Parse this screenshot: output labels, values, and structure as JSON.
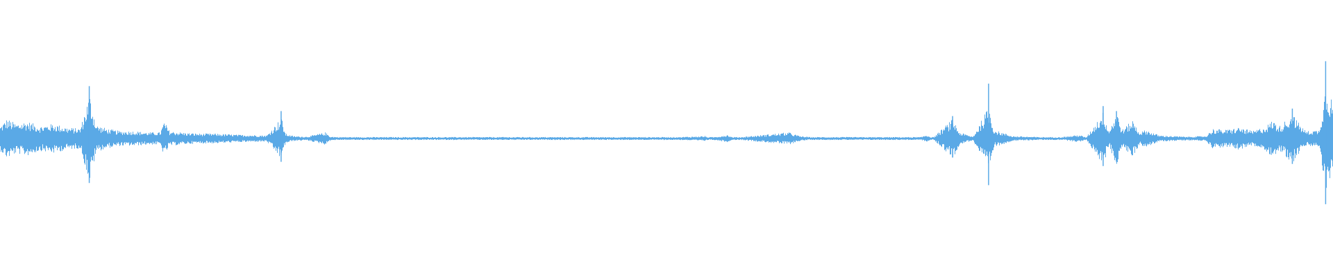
{
  "waveform": {
    "color": "#5aa9e6",
    "background": "#ffffff",
    "baseline_amplitude": 0.012,
    "envelope": [
      [
        0.0,
        0.1
      ],
      [
        0.005,
        0.16
      ],
      [
        0.012,
        0.12
      ],
      [
        0.02,
        0.14
      ],
      [
        0.03,
        0.1
      ],
      [
        0.04,
        0.12
      ],
      [
        0.05,
        0.09
      ],
      [
        0.06,
        0.08
      ],
      [
        0.067,
        0.36
      ],
      [
        0.072,
        0.11
      ],
      [
        0.08,
        0.08
      ],
      [
        0.09,
        0.06
      ],
      [
        0.1,
        0.06
      ],
      [
        0.11,
        0.05
      ],
      [
        0.12,
        0.05
      ],
      [
        0.123,
        0.14
      ],
      [
        0.127,
        0.06
      ],
      [
        0.14,
        0.045
      ],
      [
        0.15,
        0.04
      ],
      [
        0.16,
        0.04
      ],
      [
        0.17,
        0.035
      ],
      [
        0.18,
        0.03
      ],
      [
        0.19,
        0.028
      ],
      [
        0.2,
        0.025
      ],
      [
        0.211,
        0.17
      ],
      [
        0.214,
        0.04
      ],
      [
        0.22,
        0.02
      ],
      [
        0.23,
        0.015
      ],
      [
        0.244,
        0.05
      ],
      [
        0.248,
        0.015
      ],
      [
        0.26,
        0.01
      ],
      [
        0.3,
        0.008
      ],
      [
        0.4,
        0.008
      ],
      [
        0.5,
        0.008
      ],
      [
        0.529,
        0.02
      ],
      [
        0.532,
        0.006
      ],
      [
        0.546,
        0.03
      ],
      [
        0.55,
        0.006
      ],
      [
        0.592,
        0.05
      ],
      [
        0.6,
        0.02
      ],
      [
        0.61,
        0.01
      ],
      [
        0.65,
        0.006
      ],
      [
        0.69,
        0.006
      ],
      [
        0.695,
        0.03
      ],
      [
        0.7,
        0.006
      ],
      [
        0.715,
        0.16
      ],
      [
        0.72,
        0.05
      ],
      [
        0.73,
        0.015
      ],
      [
        0.742,
        0.26
      ],
      [
        0.746,
        0.07
      ],
      [
        0.76,
        0.02
      ],
      [
        0.78,
        0.012
      ],
      [
        0.79,
        0.01
      ],
      [
        0.795,
        0.01
      ],
      [
        0.81,
        0.03
      ],
      [
        0.815,
        0.008
      ],
      [
        0.828,
        0.22
      ],
      [
        0.832,
        0.06
      ],
      [
        0.838,
        0.22
      ],
      [
        0.842,
        0.07
      ],
      [
        0.85,
        0.15
      ],
      [
        0.855,
        0.05
      ],
      [
        0.86,
        0.07
      ],
      [
        0.87,
        0.025
      ],
      [
        0.88,
        0.02
      ],
      [
        0.89,
        0.015
      ],
      [
        0.905,
        0.02
      ],
      [
        0.91,
        0.08
      ],
      [
        0.92,
        0.07
      ],
      [
        0.93,
        0.09
      ],
      [
        0.94,
        0.06
      ],
      [
        0.95,
        0.1
      ],
      [
        0.955,
        0.15
      ],
      [
        0.96,
        0.1
      ],
      [
        0.97,
        0.2
      ],
      [
        0.975,
        0.12
      ],
      [
        0.98,
        0.06
      ],
      [
        0.99,
        0.07
      ],
      [
        0.995,
        0.45
      ],
      [
        1.0,
        0.3
      ]
    ],
    "spikes": [
      [
        0.067,
        0.42
      ],
      [
        0.211,
        0.22
      ],
      [
        0.715,
        0.18
      ],
      [
        0.742,
        0.44
      ],
      [
        0.828,
        0.26
      ],
      [
        0.838,
        0.22
      ],
      [
        0.97,
        0.24
      ],
      [
        0.995,
        0.62
      ]
    ]
  }
}
